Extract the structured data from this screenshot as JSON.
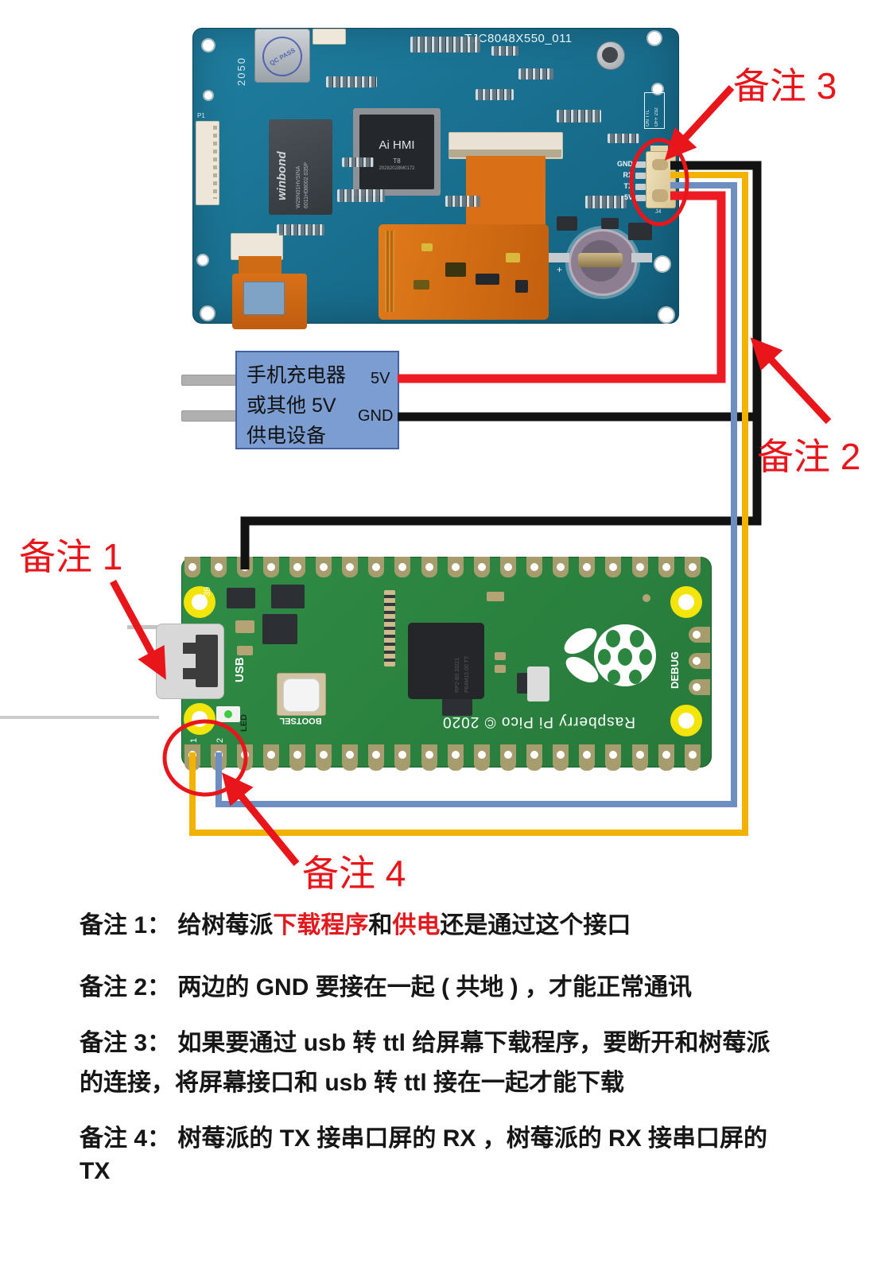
{
  "display_board": {
    "model": "TJC8048X550_011",
    "date_code": "2050",
    "qc_stamp": "QC PASS",
    "ref_p1": "P1",
    "ref_j4": "J4",
    "winbond": {
      "brand": "winbond",
      "part": "W29N01HVSINA",
      "lot": "6011H08002 035P"
    },
    "main_chip": {
      "name": "Ai HMI",
      "rev": "T8",
      "code": "20282028M0172"
    },
    "ttl_label_line1": "ON TTL",
    "ttl_label_line2": "OFF 232",
    "connector_pins": [
      "GND",
      "RX",
      "TX",
      "5V"
    ]
  },
  "power_supply": {
    "line1": "手机充电器",
    "line2": "或其他 5V",
    "line3": "供电设备",
    "pin_5v": "5V",
    "pin_gnd": "GND"
  },
  "pico": {
    "brand_text": "Raspberry Pi Pico © 2020",
    "usb_label": "USB",
    "led_label": "LED",
    "bootsel_label": "BOOTSEL",
    "debug_label": "DEBUG",
    "pin39": "39",
    "pin1": "1",
    "pin2": "2",
    "chip_text_line1": "RP2-B0 20/21",
    "chip_text_line2": "P64M15.00 TT"
  },
  "callouts": {
    "note1": "备注 1",
    "note2": "备注 2",
    "note3": "备注 3",
    "note4": "备注 4"
  },
  "notes": {
    "n1_seg1": "备注 1： 给树莓派",
    "n1_seg2": "下载程序",
    "n1_seg3": "和",
    "n1_seg4": "供电",
    "n1_seg5": "还是通过这个接口",
    "n2": "备注 2： 两边的 GND 要接在一起 ( 共地 ) ，才能正常通讯",
    "n3_line1": "备注 3： 如果要通过 usb 转 ttl 给屏幕下载程序，要断开和树莓派",
    "n3_line2": "的连接，将屏幕接口和 usb 转 ttl 接在一起才能下载",
    "n4_line1": "备注 4： 树莓派的 TX 接串口屏的 RX ，树莓派的 RX 接串口屏的",
    "n4_line2": "TX"
  },
  "colors": {
    "wire_red": "#ed1c24",
    "wire_black": "#121212",
    "wire_yellow": "#f2b200",
    "wire_blue": "#6c8ec0",
    "callout_red": "#e8151b",
    "pcb_blue": "#1b7190",
    "pico_green": "#2c8640"
  }
}
